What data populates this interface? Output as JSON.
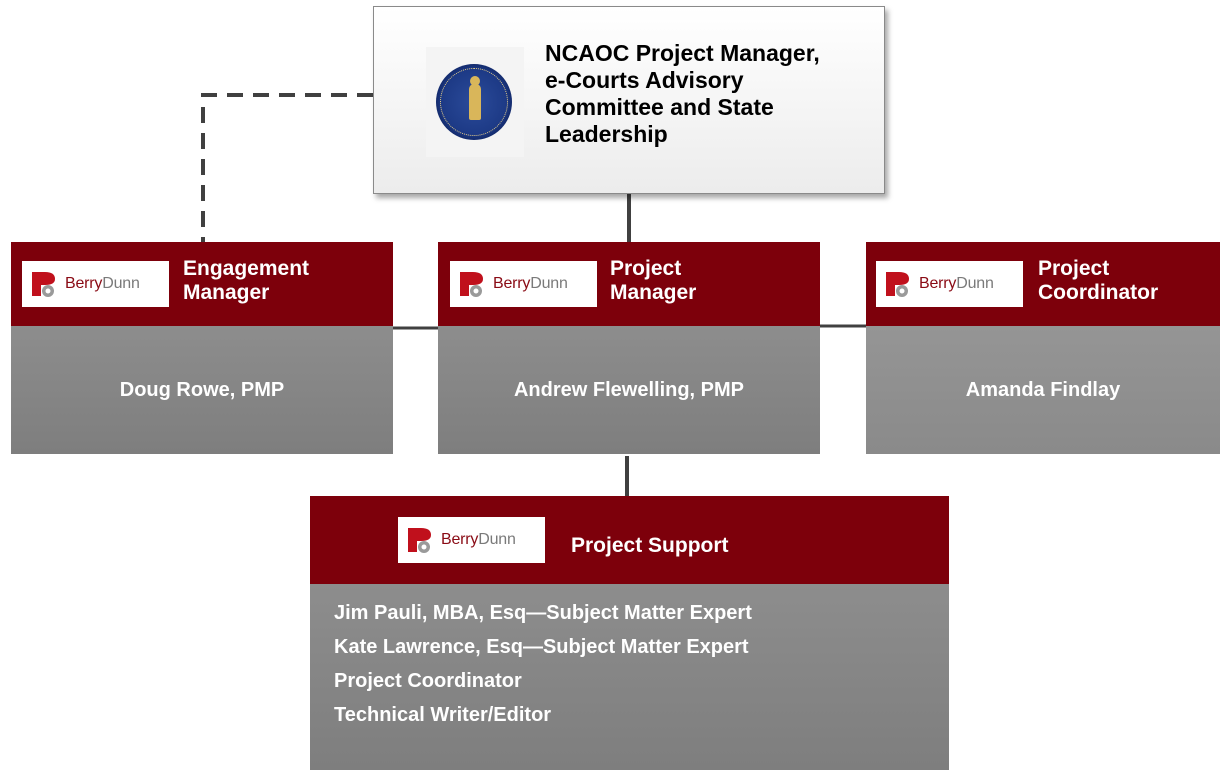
{
  "top": {
    "title_lines": [
      "NCAOC Project Manager,",
      "e-Courts Advisory",
      "Committee and State",
      "Leadership"
    ],
    "seal_icon": "court-seal-icon"
  },
  "logo": {
    "brand_part1": "Berry",
    "brand_part2": "Dunn",
    "icon": "berrydunn-logo-icon",
    "brand_color": "#8a0b15"
  },
  "roles": {
    "engagement": {
      "title_lines": [
        "Engagement",
        "Manager"
      ],
      "name": "Doug Rowe, PMP"
    },
    "project_manager": {
      "title_lines": [
        "Project",
        "Manager"
      ],
      "name": "Andrew Flewelling, PMP"
    },
    "coordinator": {
      "title_lines": [
        "Project",
        "Coordinator"
      ],
      "name": "Amanda Findlay"
    }
  },
  "support": {
    "title": "Project Support",
    "members": [
      "Jim Pauli, MBA, Esq—Subject Matter Expert",
      "Kate Lawrence, Esq—Subject Matter Expert",
      "Project Coordinator",
      "Technical Writer/Editor"
    ]
  },
  "colors": {
    "header_red": "#7d000b",
    "body_gray": "#858585",
    "connector": "#404040"
  }
}
